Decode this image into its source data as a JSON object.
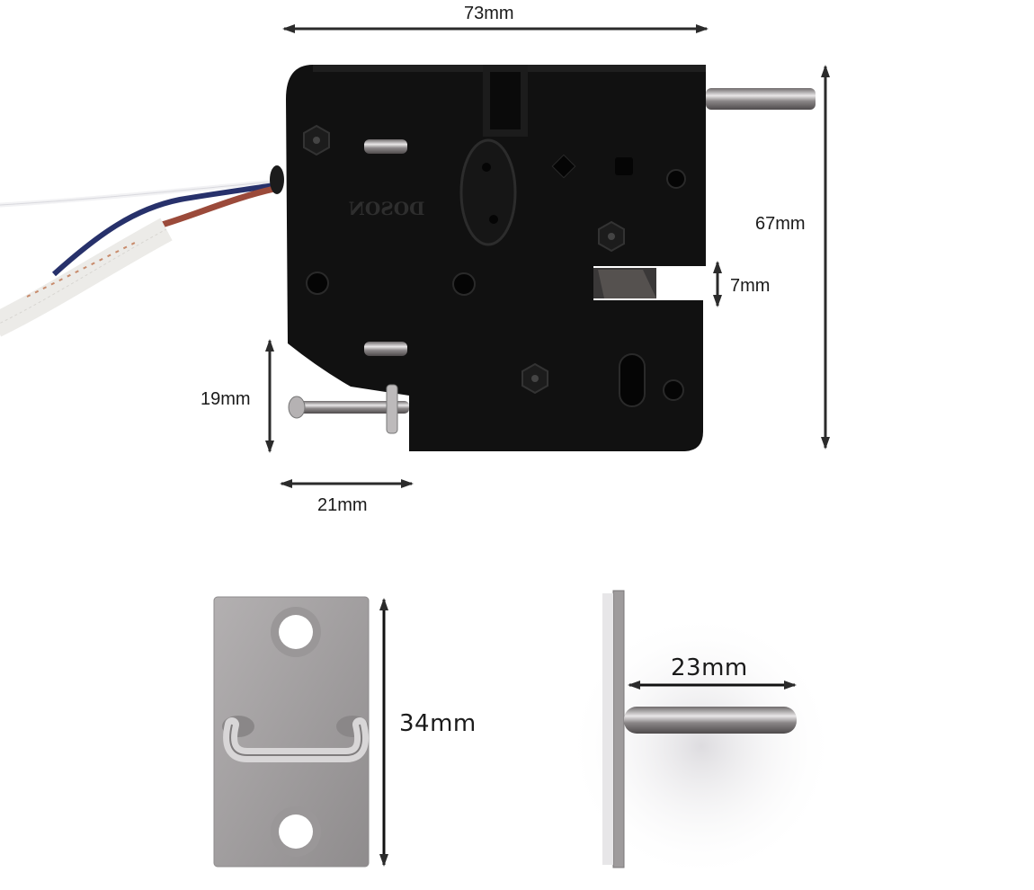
{
  "image": {
    "description": "Electronic cabinet lock product photo with dimension annotations",
    "brand_mark": "DOSON",
    "colors": {
      "background": "#ffffff",
      "lock_body": "#111111",
      "steel": "#a8a5a6",
      "arrow": "#2b2b2b",
      "wire_blue": "#27316b",
      "wire_red": "#9b4a3a",
      "sleeve": "#ecebe8"
    }
  },
  "dimensions": {
    "width": {
      "label": "73mm"
    },
    "height": {
      "label": "67mm"
    },
    "slot": {
      "label": "7mm"
    },
    "release_height": {
      "label": "19mm"
    },
    "release_width": {
      "label": "21mm"
    },
    "plate_height": {
      "label": "34mm"
    },
    "pin_length": {
      "label": "23mm"
    }
  }
}
